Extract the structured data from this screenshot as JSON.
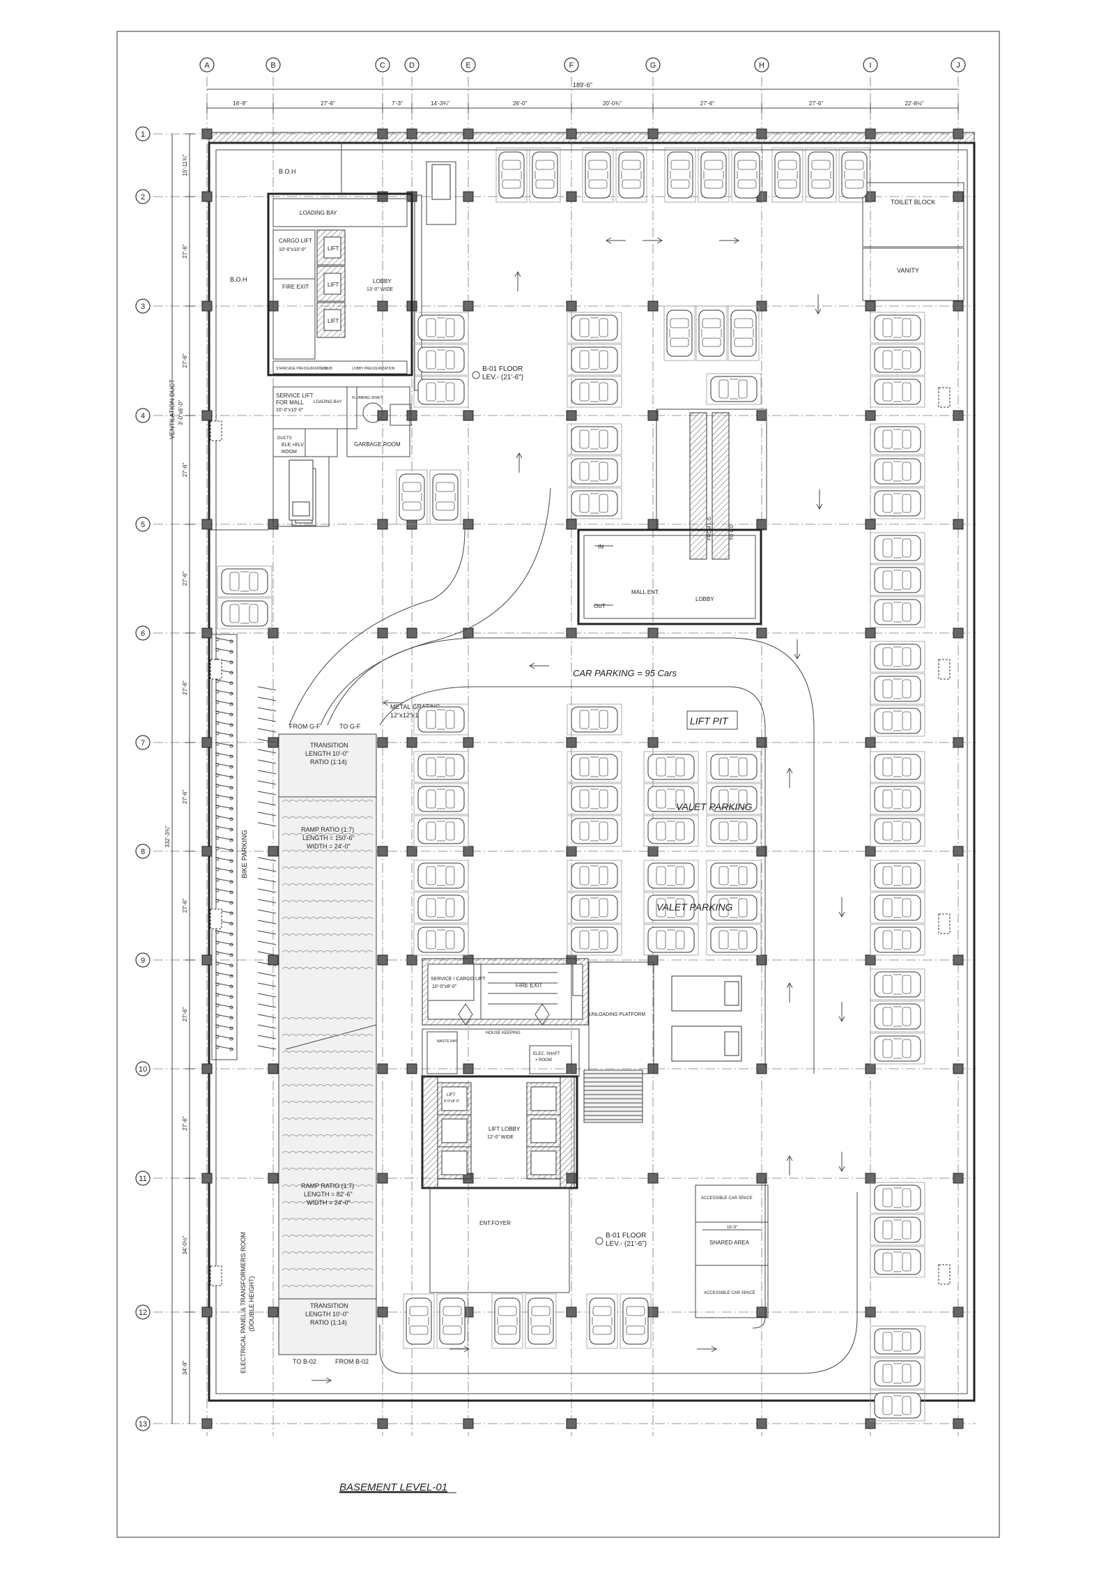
{
  "grid_cols": [
    "A",
    "B",
    "C",
    "D",
    "E",
    "F",
    "G",
    "H",
    "I",
    "J"
  ],
  "grid_rows": [
    "1",
    "2",
    "3",
    "4",
    "5",
    "6",
    "7",
    "8",
    "9",
    "10",
    "11",
    "12",
    "13"
  ],
  "overall_width_dim": "189'-6\"",
  "col_dims": [
    "16'-9\"",
    "27'-6\"",
    "7'-3\"",
    "14'-3¾\"",
    "26'-0\"",
    "20'-0¾\"",
    "27'-6\"",
    "27'-6\"",
    "22'-8½\""
  ],
  "overall_height_dim": "332'-3¾\"",
  "row_dims": [
    "15'-11¾\"",
    "27'-6\"",
    "27'-6\"",
    "27'-6\"",
    "27'-6\"",
    "27'-6\"",
    "27'-6\"",
    "27'-6\"",
    "27'-6\"",
    "27'-6\"",
    "34'-0½\"",
    "34'-9\""
  ],
  "labels": {
    "drawing_title": "BASEMENT LEVEL-01",
    "car_parking": "CAR PARKING = 95 Cars",
    "lift_pit": "LIFT PIT",
    "valet_parking_1": "VALET PARKING",
    "valet_parking_2": "VALET PARKING",
    "toilet_block": "TOILET BLOCK",
    "vanity": "VANITY",
    "boh_1": "B.O.H",
    "boh_2": "B.O.H",
    "loading_bay": "LOADING BAY",
    "cargo_lift": "CARGO LIFT",
    "cargo_lift_size": "10'-0\"x10'-0\"",
    "fire_exit_1": "FIRE EXIT",
    "lift_1": "LIFT",
    "lift_2": "LIFT",
    "lift_3": "LIFT",
    "lobby_1": "LOBBY",
    "lobby_1_width": "13'-0\" WIDE",
    "staircase_pressurization": "STAIRCASE PRESSURIZATION",
    "e_hub": "E. HUB",
    "lobby_pressurization": "LOBBY PRESSURIZATION",
    "service_lift_mall": "SERVICE LIFT",
    "service_lift_mall_2": "FOR MALL",
    "service_lift_mall_size": "10'-0\"x10'-0\"",
    "loading_bay_2": "LOADING BAY",
    "garbage_room": "GARBAGE ROOM",
    "plumbing_shaft": "PLUMBING SHAFT",
    "ducts": "DUCTS",
    "ele_elv_room": "ELE.+ELV",
    "ele_elv_room_2": "ROOM",
    "floor_lev_1": "B-01 FLOOR",
    "floor_lev_1b": "LEV.- (21'-6\")",
    "floor_lev_2": "B-01 FLOOR",
    "floor_lev_2b": "LEV.- (21'-6\")",
    "mall_ent": "MALL ENT.",
    "lobby_2": "LOBBY",
    "from_lg": "FROM L.G",
    "to_lg": "TO L.G",
    "in": "IN",
    "out": "OUT",
    "from_gf": "FROM G-F",
    "to_gf": "TO G-F",
    "metal_grating": "METAL GRATING",
    "metal_grating_size": "12\"x12\"x12\"",
    "transition_top_1": "TRANSITION",
    "transition_top_2": "LENGTH 10'-0\"",
    "transition_top_3": "RATIO (1:14)",
    "ramp1_1": "RAMP RATIO (1:7)",
    "ramp1_2": "LENGTH = 150'-6\"",
    "ramp1_3": "WIDTH = 24'-0\"",
    "ramp2_1": "RAMP RATIO (1:7)",
    "ramp2_2": "LENGTH = 82'-6\"",
    "ramp2_3": "WIDTH = 24'-0\"",
    "transition_bot_1": "TRANSITION",
    "transition_bot_2": "LENGTH 10'-0\"",
    "transition_bot_3": "RATIO (1:14)",
    "to_b02": "TO B-02",
    "from_b02": "FROM B-02",
    "bike_parking": "BIKE PARKING",
    "service_cargo_lift": "SERVICE / CARGO LIFT",
    "service_cargo_lift_size": "10'-0\"x8'-0\"",
    "fire_exit_2": "FIRE EXIT",
    "unloading_platform": "UNLOADING PLATFORM",
    "house_keeping": "HOUSE KEEPING",
    "waste_ray": "WASTE RAY",
    "elec_shaft": "ELEC. SHAFT",
    "elec_shaft_2": "+ ROOM",
    "lift_lobby": "LIFT LOBBY",
    "lift_lobby_width": "12'-0\" WIDE",
    "ent_foyer": "ENT.FOYER",
    "accessible_1": "ACCESSIBLE CAR SPACE",
    "accessible_2": "ACCESSIBLE CAR SPACE",
    "shared_area": "SHARED AREA",
    "shared_dim": "16'-0\"",
    "lift_small": "LIFT",
    "lift_small_size": "8'-0\"x8'-0\"",
    "vent_1": "VENTILATION DUCT",
    "vent_1_size": "3'-0\"x6'-0\"",
    "elec_panel": "ELECTRICAL PANEL & TRANSFORMERS ROOM",
    "elec_panel_2": "(DOUBLE HEIGHT)"
  }
}
